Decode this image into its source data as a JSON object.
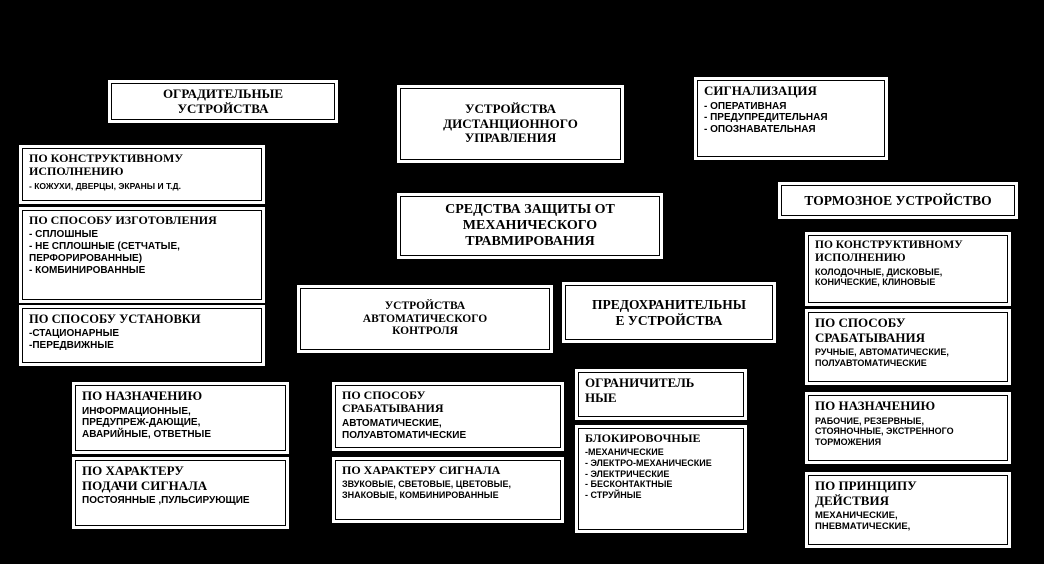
{
  "diagram": {
    "background_color": "#000000",
    "box_fill_color": "#ffffff",
    "box_border_color": "#000000",
    "text_color": "#000000"
  },
  "boxes": {
    "central": {
      "title": "СРЕДСТВА  ЗАЩИТЫ ОТ\nМЕХАНИЧЕСКОГО\nТРАВМИРОВАНИЯ"
    },
    "guard_devices": {
      "title": "ОГРАДИТЕЛЬНЫЕ\nУСТРОЙСТВА"
    },
    "remote_control": {
      "title": "УСТРОЙСТВА\nДИСТАНЦИОННОГО\nУПРАВЛЕНИЯ"
    },
    "signaling": {
      "title": "СИГНАЛИЗАЦИЯ",
      "items": [
        "- ОПЕРАТИВНАЯ",
        "- ПРЕДУПРЕДИТЕЛЬНАЯ",
        "- ОПОЗНАВАТЕЛЬНАЯ"
      ]
    },
    "brake_device": {
      "title": "ТОРМОЗНОЕ УСТРОЙСТВО"
    },
    "auto_control": {
      "title": "УСТРОЙСТВА\nАВТОМАТИЧЕСКОГО\nКОНТРОЛЯ"
    },
    "safety_devices": {
      "title": "ПРЕДОХРАНИТЕЛЬНЫ\nЕ УСТРОЙСТВА"
    },
    "guard_construction": {
      "title": "ПО КОНСТРУКТИВНОМУ\nИСПОЛНЕНИЮ",
      "items": [
        "- КОЖУХИ, ДВЕРЦЫ, ЭКРАНЫ И Т.Д."
      ]
    },
    "guard_manufacture": {
      "title": "ПО СПОСОБУ ИЗГОТОВЛЕНИЯ",
      "items": [
        "- СПЛОШНЫЕ",
        "- НЕ СПЛОШНЫЕ (СЕТЧАТЫЕ,",
        "ПЕРФОРИРОВАННЫЕ)",
        "- КОМБИНИРОВАННЫЕ"
      ]
    },
    "guard_installation": {
      "title": "ПО СПОСОБУ УСТАНОВКИ",
      "items": [
        "-СТАЦИОНАРНЫЕ",
        "-ПЕРЕДВИЖНЫЕ"
      ]
    },
    "signal_purpose": {
      "title": "ПО НАЗНАЧЕНИЮ",
      "items": [
        "ИНФОРМАЦИОННЫЕ,",
        "ПРЕДУПРЕЖ-ДАЮЩИЕ,",
        "АВАРИЙНЫЕ, ОТВЕТНЫЕ"
      ]
    },
    "signal_feed": {
      "title": "ПО ХАРАКТЕРУ\nПОДАЧИ СИГНАЛА",
      "items": [
        "ПОСТОЯННЫЕ ,ПУЛЬСИРУЮЩИЕ"
      ]
    },
    "autocontrol_actuation": {
      "title": "ПО СПОСОБУ\nСРАБАТЫВАНИЯ",
      "items": [
        "АВТОМАТИЧЕСКИЕ,",
        "ПОЛУАВТОМАТИЧЕСКИЕ"
      ]
    },
    "signal_character": {
      "title": "ПО ХАРАКТЕРУ СИГНАЛА",
      "items": [
        "ЗВУКОВЫЕ, СВЕТОВЫЕ, ЦВЕТОВЫЕ,",
        "ЗНАКОВЫЕ, КОМБИНИРОВАННЫЕ"
      ]
    },
    "limiting": {
      "title": "ОГРАНИЧИТЕЛЬ\nНЫЕ"
    },
    "blocking": {
      "title": "БЛОКИРОВОЧНЫЕ",
      "items": [
        "-МЕХАНИЧЕСКИЕ",
        "- ЭЛЕКТРО-МЕХАНИЧЕСКИЕ",
        "- ЭЛЕКТРИЧЕСКИЕ",
        "- БЕСКОНТАКТНЫЕ",
        "- СТРУЙНЫЕ"
      ]
    },
    "brake_construction": {
      "title": "ПО КОНСТРУКТИВНОМУ\nИСПОЛНЕНИЮ",
      "items": [
        "КОЛОДОЧНЫЕ, ДИСКОВЫЕ,",
        "КОНИЧЕСКИЕ, КЛИНОВЫЕ"
      ]
    },
    "brake_actuation": {
      "title": "ПО СПОСОБУ\nСРАБАТЫВАНИЯ",
      "items": [
        "РУЧНЫЕ, АВТОМАТИЧЕСКИЕ,",
        "ПОЛУАВТОМАТИЧЕСКИЕ"
      ]
    },
    "brake_purpose": {
      "title": "ПО НАЗНАЧЕНИЮ",
      "items": [
        "РАБОЧИЕ, РЕЗЕРВНЫЕ,",
        "СТОЯНОЧНЫЕ, ЭКСТРЕННОГО",
        "ТОРМОЖЕНИЯ"
      ]
    },
    "action_principle": {
      "title": "ПО ПРИНЦИПУ\nДЕЙСТВИЯ",
      "items": [
        "МЕХАНИЧЕСКИЕ,",
        "ПНЕВМАТИЧЕСКИЕ,"
      ]
    }
  }
}
